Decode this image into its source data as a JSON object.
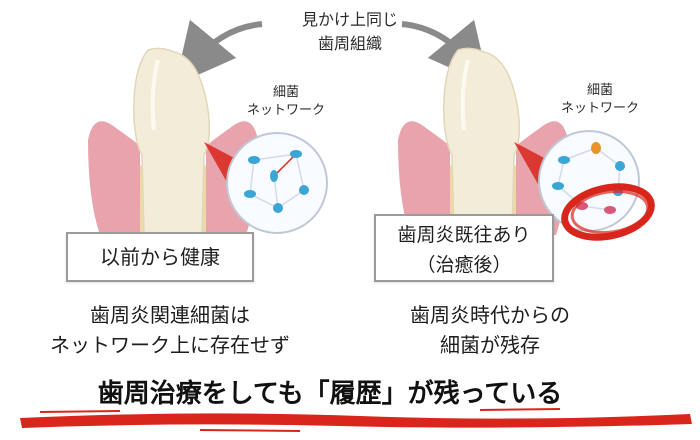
{
  "header": {
    "caption_line1": "見かけ上同じ",
    "caption_line2": "歯周組織"
  },
  "left_panel": {
    "network_label_line1": "細菌",
    "network_label_line2": "ネットワーク",
    "status_label": "以前から健康",
    "description_line1": "歯周炎関連細菌は",
    "description_line2": "ネットワーク上に存在せず"
  },
  "right_panel": {
    "network_label_line1": "細菌",
    "network_label_line2": "ネットワーク",
    "status_label_line1": "歯周炎既往あり",
    "status_label_line2": "（治癒後）",
    "description_line1": "歯周炎時代からの",
    "description_line2": "細菌が残存"
  },
  "conclusion": {
    "text": "歯周治療をしても「履歴」が残っている"
  },
  "colors": {
    "accent_red": "#d9261c",
    "arrow_gray": "#8a8a8a",
    "gum_pink": "#e9a3ad",
    "tooth_ivory": "#f3ecd8",
    "bone_tan": "#ecd9a6",
    "bacteria_blue": "#3aa6d6",
    "network_line": "#c9d4e6"
  },
  "icons": [
    "curved-arrow-icon",
    "tooth-illustration",
    "magnifier-circle-icon",
    "bacteria-icon",
    "red-highlight-circle-icon"
  ]
}
